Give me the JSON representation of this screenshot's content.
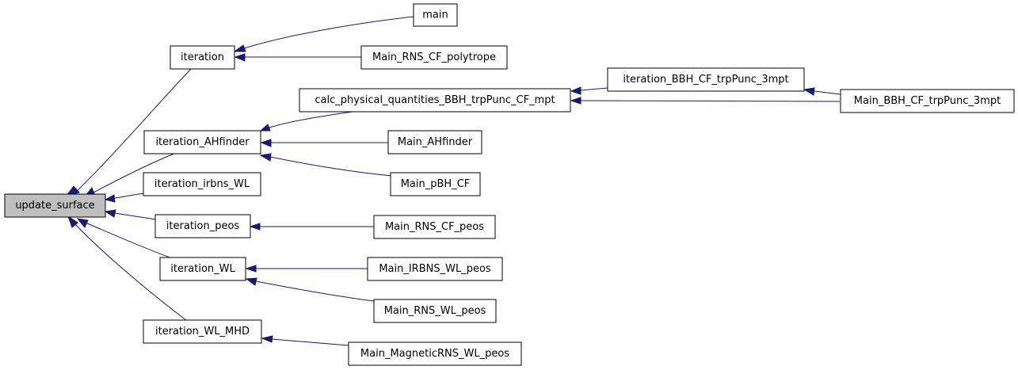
{
  "graph": {
    "edge_color": "#191970",
    "root_fill": "#bfbfbf",
    "nodes": {
      "update_surface": "update_surface",
      "iteration": "iteration",
      "main": "main",
      "Main_RNS_CF_polytrope": "Main_RNS_CF_polytrope",
      "calc_physical_quantities": "calc_physical_quantities_BBH_trpPunc_CF_mpt",
      "iteration_BBH": "iteration_BBH_CF_trpPunc_3mpt",
      "Main_BBH": "Main_BBH_CF_trpPunc_3mpt",
      "iteration_AHfinder": "iteration_AHfinder",
      "Main_AHfinder": "Main_AHfinder",
      "Main_pBH_CF": "Main_pBH_CF",
      "iteration_irbns_WL": "iteration_irbns_WL",
      "iteration_peos": "iteration_peos",
      "Main_RNS_CF_peos": "Main_RNS_CF_peos",
      "iteration_WL": "iteration_WL",
      "Main_IRBNS_WL_peos": "Main_IRBNS_WL_peos",
      "Main_RNS_WL_peos": "Main_RNS_WL_peos",
      "iteration_WL_MHD": "iteration_WL_MHD",
      "Main_MagneticRNS_WL_peos": "Main_MagneticRNS_WL_peos"
    }
  }
}
